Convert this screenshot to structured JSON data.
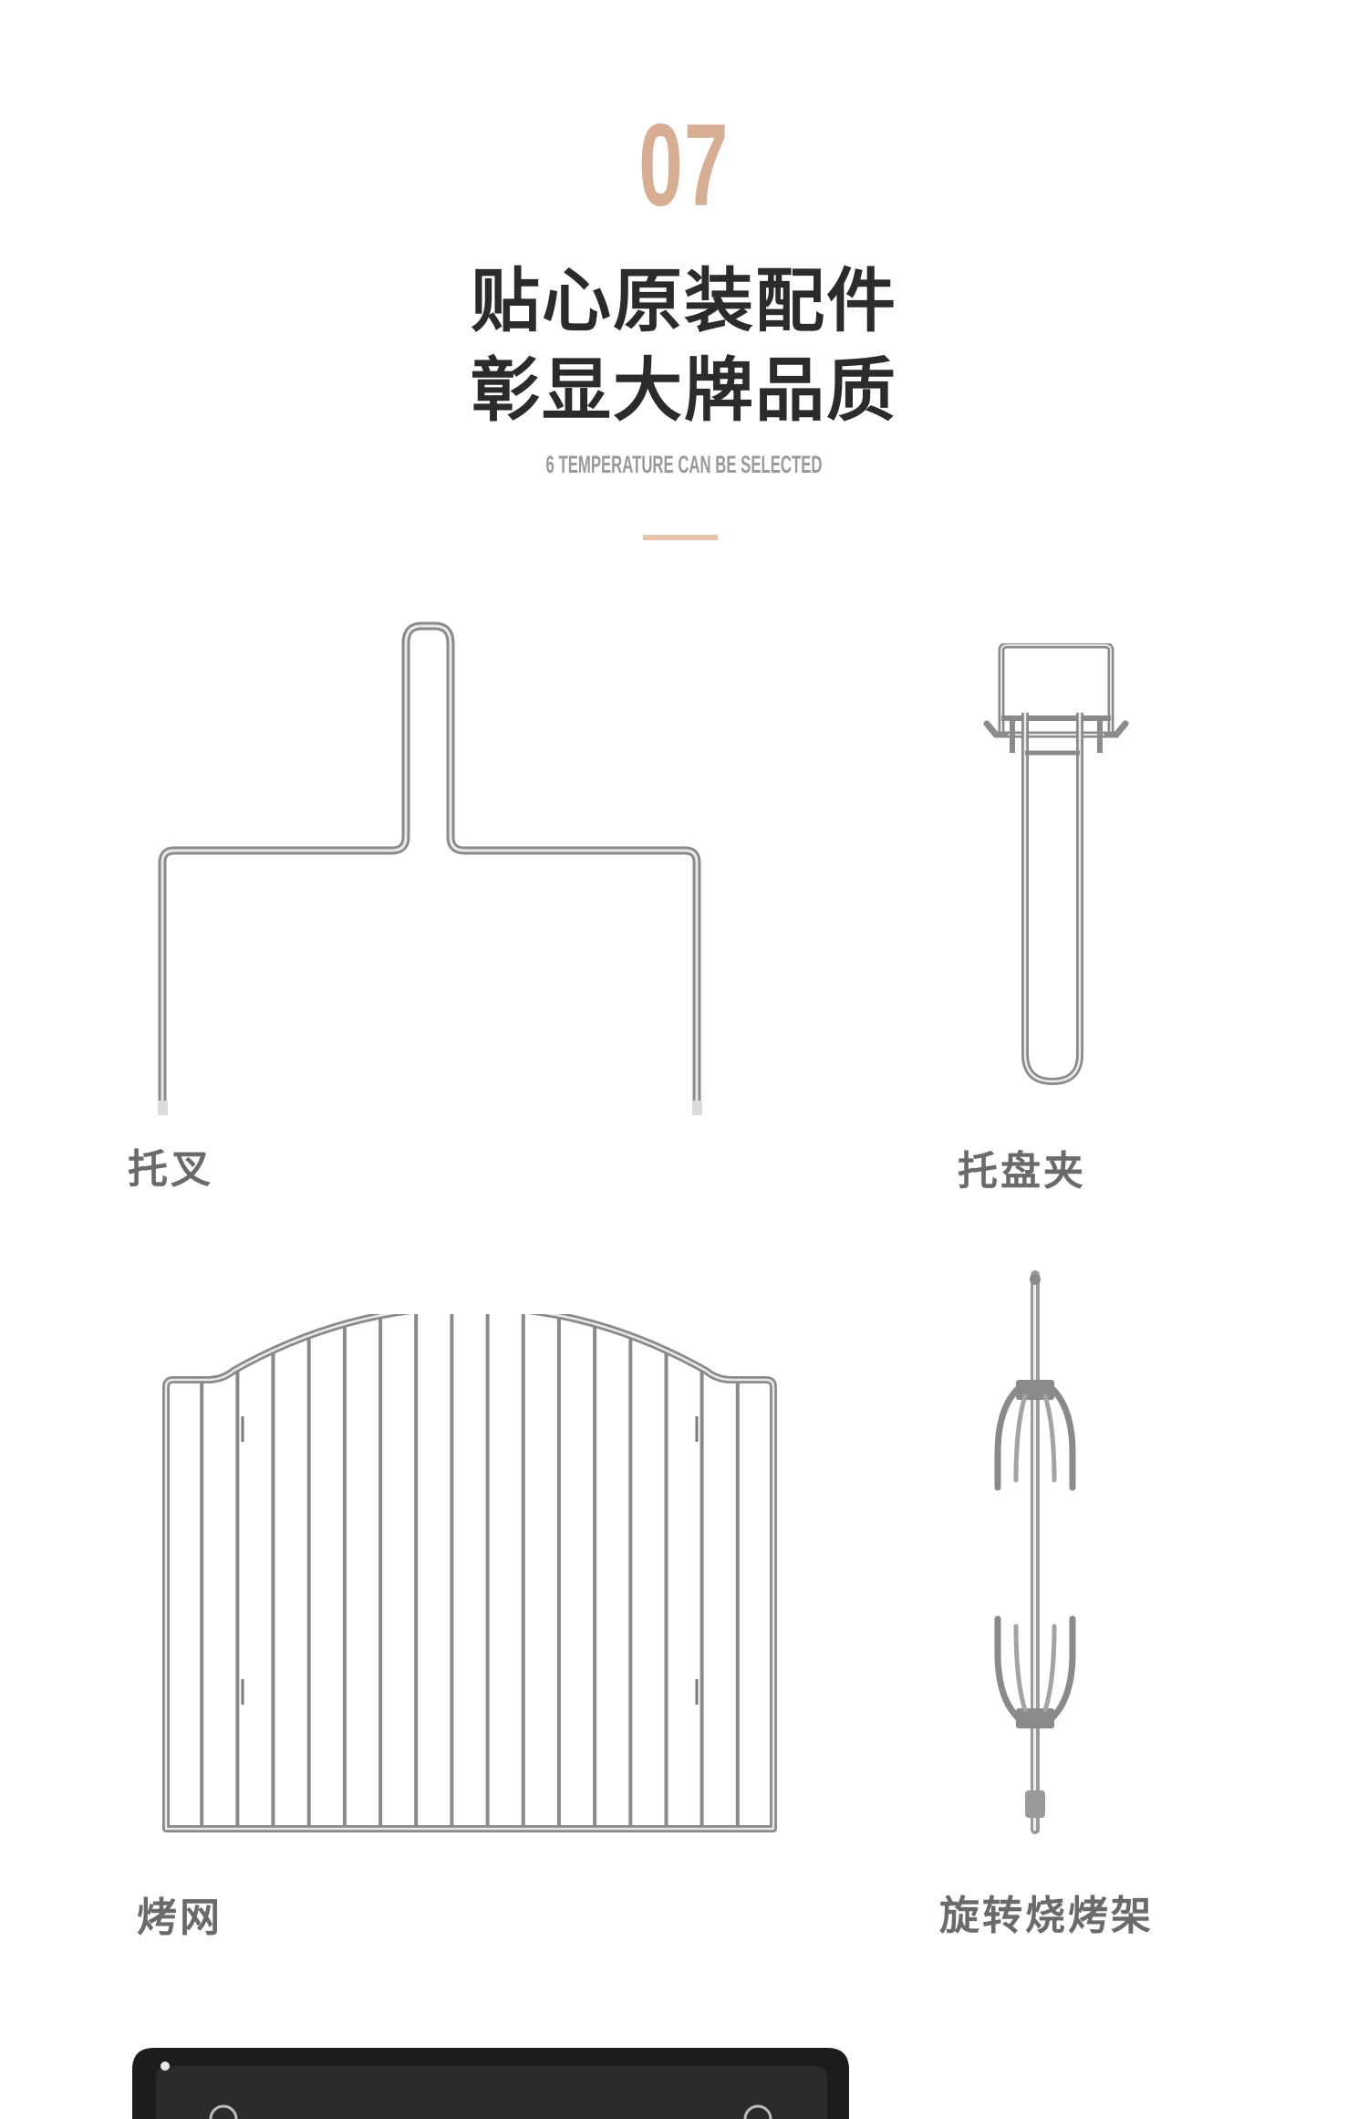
{
  "header": {
    "number": "07",
    "title_line1": "贴心原装配件",
    "title_line2": "彰显大牌品质",
    "subtitle_en": "6 TEMPERATURE CAN BE SELECTED"
  },
  "accessories": [
    {
      "label": "托叉",
      "icon": "fork-holder-icon"
    },
    {
      "label": "托盘夹",
      "icon": "tray-clip-icon"
    },
    {
      "label": "烤网",
      "icon": "grill-rack-icon"
    },
    {
      "label": "旋转烧烤架",
      "icon": "rotisserie-spit-icon"
    }
  ],
  "colors": {
    "accent": "#d7ad93",
    "accent_bar": "#e6c2ad",
    "title": "#2b2b2b",
    "label": "#6a6a6a",
    "subtitle": "#9a9a9a",
    "metal": "#8c8c8c"
  }
}
